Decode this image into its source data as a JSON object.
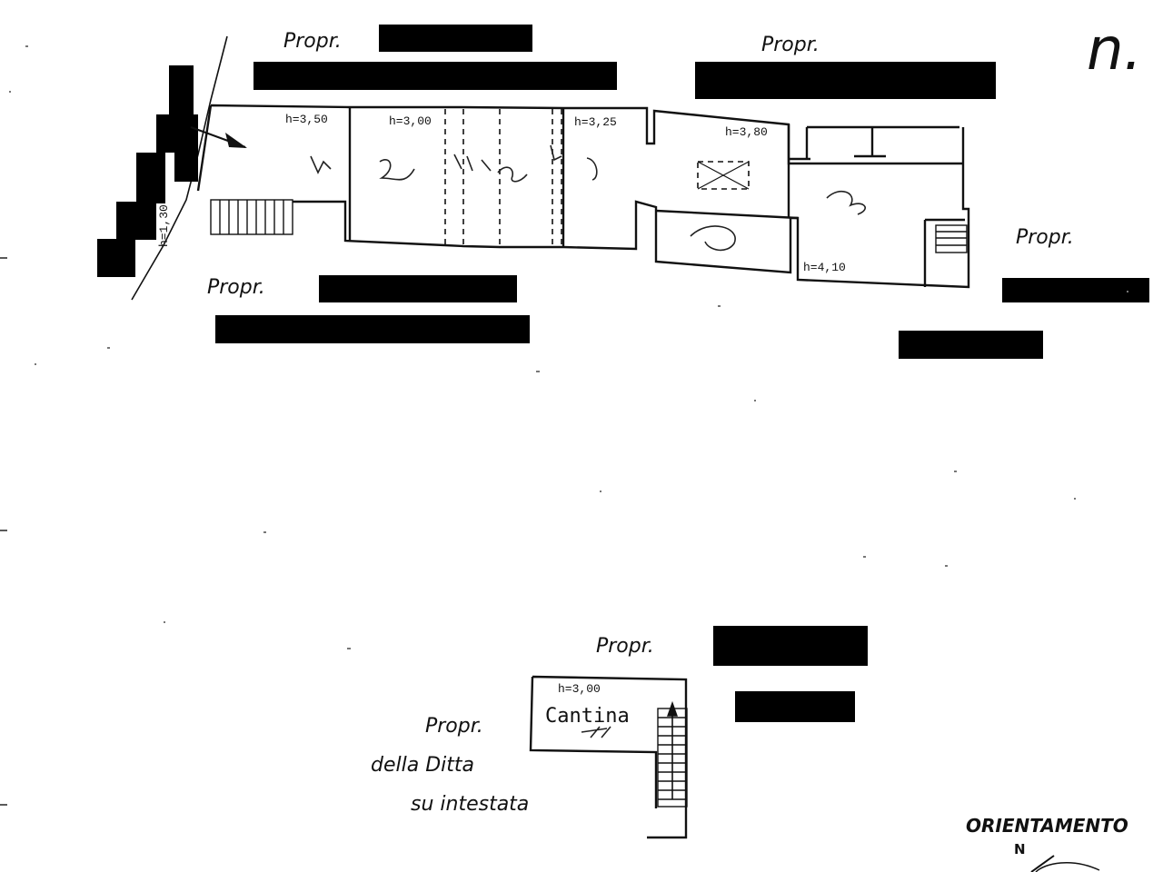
{
  "header": {
    "sheet_number": "n."
  },
  "owners": {
    "top_left": "Propr.",
    "top_right": "Propr.",
    "right": "Propr.",
    "bottom_left": "Propr.",
    "cellar_top": "Propr.",
    "cellar_left": "Propr."
  },
  "cellar_owner_note": {
    "line1": "della Ditta",
    "line2": "su intestata"
  },
  "heights": {
    "room_1": "h=3,50",
    "room_2": "h=3,00",
    "room_3": "h=3,25",
    "room_4": "h=3,80",
    "room_5": "h=4,10",
    "stair_side": "h=1,30",
    "cellar": "h=3,00"
  },
  "cellar": {
    "label": "Cantina"
  },
  "orientation": {
    "label": "ORIENTAMENTO",
    "north": "N"
  }
}
